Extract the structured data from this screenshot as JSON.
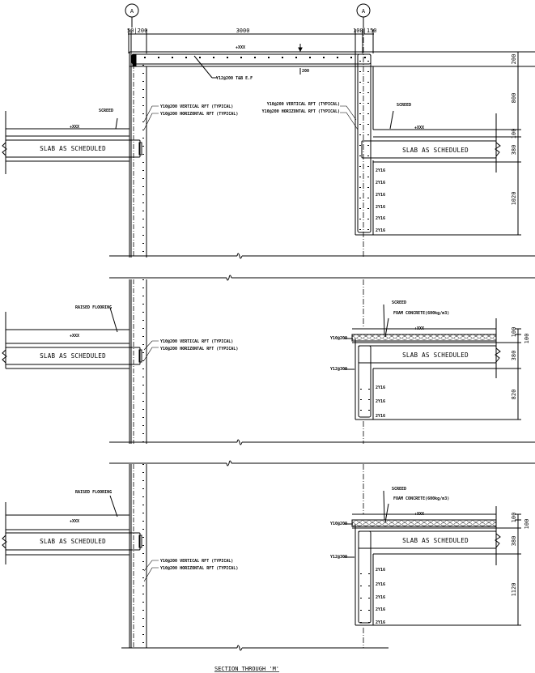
{
  "drawing": {
    "title": "SECTION THROUGH 'M'",
    "grid_labels": [
      "A",
      "A"
    ],
    "top_dimensions": {
      "left": "50|200",
      "span": "3000",
      "right": "100|150"
    },
    "roof": {
      "level_mark": "+XXX",
      "rebar_label": "Y12@200 T&B E.F",
      "thickness": "200"
    },
    "section1": {
      "left_slab_label": "SLAB AS SCHEDULED",
      "left_screed": "SCREED",
      "left_level": "+XXX",
      "left_wall_vertical": "Y10@200 VERTICAL RFT (TYPICAL)",
      "left_wall_horizontal": "Y10@200 HORIZONTAL RFT (TYPICAL)",
      "right_wall_vertical": "Y10@200 VERTICAL RFT (TYPICAL)",
      "right_wall_horizontal": "Y10@200 HORIZONTAL RFT (TYPICAL)",
      "right_screed": "SCREED",
      "right_level": "+XXX",
      "right_slab_label": "SLAB AS SCHEDULED",
      "beam_bars": [
        "2Y16",
        "2Y16",
        "2Y16",
        "2Y16",
        "2Y16",
        "2Y16"
      ],
      "right_dims": [
        "200",
        "800",
        "100",
        "380",
        "1020"
      ]
    },
    "section2": {
      "left_raised_flooring": "RAISED FLOORING",
      "left_level": "+XXX",
      "left_slab_label": "SLAB AS SCHEDULED",
      "left_wall_vertical": "Y10@200 VERTICAL RFT (TYPICAL)",
      "left_wall_horizontal": "Y10@200 HORIZONTAL RFT (TYPICAL)",
      "right_screed": "SCREED",
      "right_foam": "FOAM CONCRETE(600kg/m3)",
      "right_level": "+XXX",
      "right_bar_top": "Y10@200",
      "right_bar_link": "Y12@300",
      "right_slab_label": "SLAB AS SCHEDULED",
      "beam_bars": [
        "2Y16",
        "2Y16",
        "2Y16"
      ],
      "right_dims": [
        "100",
        "100",
        "380",
        "820"
      ]
    },
    "section3": {
      "left_raised_flooring": "RAISED FLOORING",
      "left_level": "+XXX",
      "left_slab_label": "SLAB AS SCHEDULED",
      "left_wall_vertical": "Y10@200 VERTICAL RFT (TYPICAL)",
      "left_wall_horizontal": "Y10@200 HORIZONTAL RFT (TYPICAL)",
      "right_screed": "SCREED",
      "right_foam": "FOAM CONCRETE(600kg/m3)",
      "right_level": "+XXX",
      "right_bar_top": "Y10@200",
      "right_bar_link": "Y12@300",
      "right_slab_label": "SLAB AS SCHEDULED",
      "beam_bars": [
        "2Y16",
        "2Y16",
        "2Y16",
        "2Y16",
        "2Y16"
      ],
      "right_dims": [
        "100",
        "100",
        "380",
        "1120"
      ]
    }
  }
}
